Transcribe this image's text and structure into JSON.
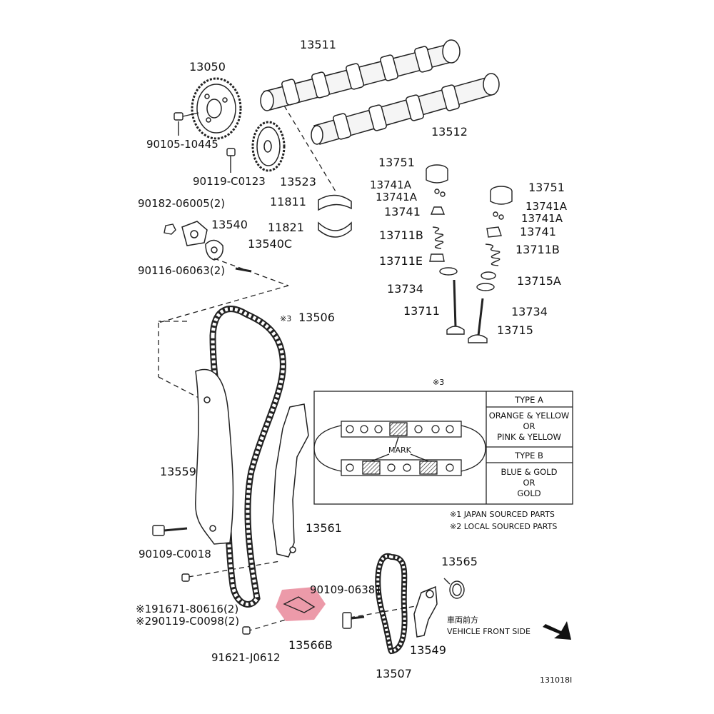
{
  "labels": {
    "p13511": "13511",
    "p13050": "13050",
    "p13512": "13512",
    "p90105": "90105-10445",
    "p90119c": "90119-C0123",
    "p13523": "13523",
    "p90182": "90182-06005(2)",
    "p11811": "11811",
    "p11821": "11821",
    "p13540": "13540",
    "p13540c": "13540C",
    "p90116": "90116-06063(2)",
    "p13751a": "13751",
    "p13741a1": "13741A",
    "p13741a2": "13741A",
    "p13741": "13741",
    "p13711b": "13711B",
    "p13711e": "13711E",
    "p13734": "13734",
    "p13711": "13711",
    "p13751b": "13751",
    "p13741a3": "13741A",
    "p13741a4": "13741A",
    "p13741b": "13741",
    "p13711b2": "13711B",
    "p13715a": "13715A",
    "p13734b": "13734",
    "p13715": "13715",
    "p13506": "13506",
    "p13506_mark": "※3",
    "p13559": "13559",
    "p13561": "13561",
    "p90109c": "90109-C0018",
    "p91671": "※191671-80616(2)",
    "p90119c98": "※290119-C0098(2)",
    "p91621": "91621-J0612",
    "p13566b": "13566B",
    "p90109_06381": "90109-06381",
    "p13565": "13565",
    "p13549": "13549",
    "p13507": "13507",
    "front_jp": "車両前方",
    "front_en": "VEHICLE FRONT SIDE",
    "figure_code": "131018I"
  },
  "inset": {
    "mark_ref": "※3",
    "mark_label": "MARK",
    "type_a": "TYPE A",
    "type_a_line1": "ORANGE & YELLOW",
    "type_a_line2": "OR",
    "type_a_line3": "PINK & YELLOW",
    "type_b": "TYPE B",
    "type_b_line1": "BLUE & GOLD",
    "type_b_line2": "OR",
    "type_b_line3": "GOLD"
  },
  "notes": {
    "note1": "※1 JAPAN SOURCED PARTS",
    "note2": "※2 LOCAL SOURCED PARTS"
  },
  "colors": {
    "line": "#222222",
    "highlight": "#e0566f"
  }
}
